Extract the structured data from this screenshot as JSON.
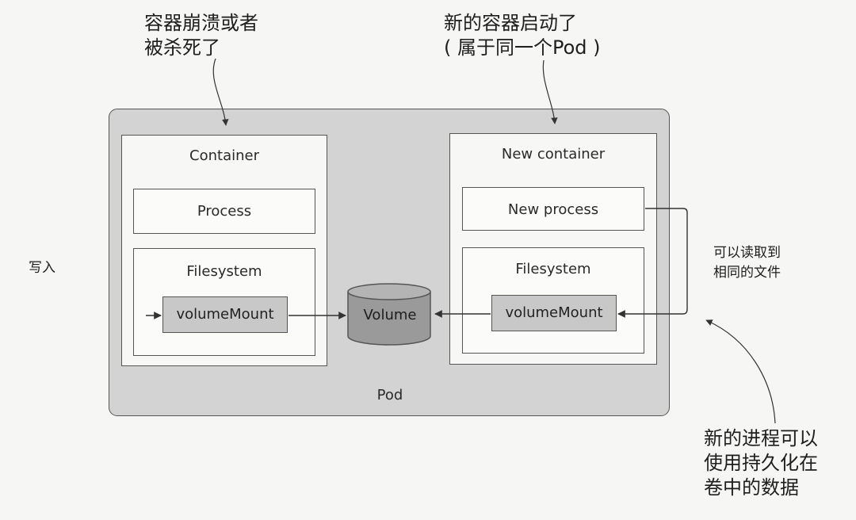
{
  "annotations": {
    "crash": "容器崩溃或者\n被杀死了",
    "new_container_started": "新的容器启动了\n( 属于同一个Pod )",
    "write": "写入",
    "can_read": "可以读取到\n相同的文件",
    "new_process_use": "新的进程可以\n使用持久化在\n卷中的数据"
  },
  "pod": {
    "label": "Pod",
    "old_container": {
      "title": "Container",
      "process": "Process",
      "filesystem": "Filesystem",
      "volume_mount": "volumeMount"
    },
    "new_container": {
      "title": "New container",
      "process": "New process",
      "filesystem": "Filesystem",
      "volume_mount": "volumeMount"
    },
    "volume": "Volume"
  },
  "colors": {
    "pod_fill": "#d3d3d3",
    "container_fill": "#f7f7f5",
    "mount_fill": "#c8c8c8",
    "volume_fill": "#9a9a9a",
    "stroke": "#555555"
  }
}
